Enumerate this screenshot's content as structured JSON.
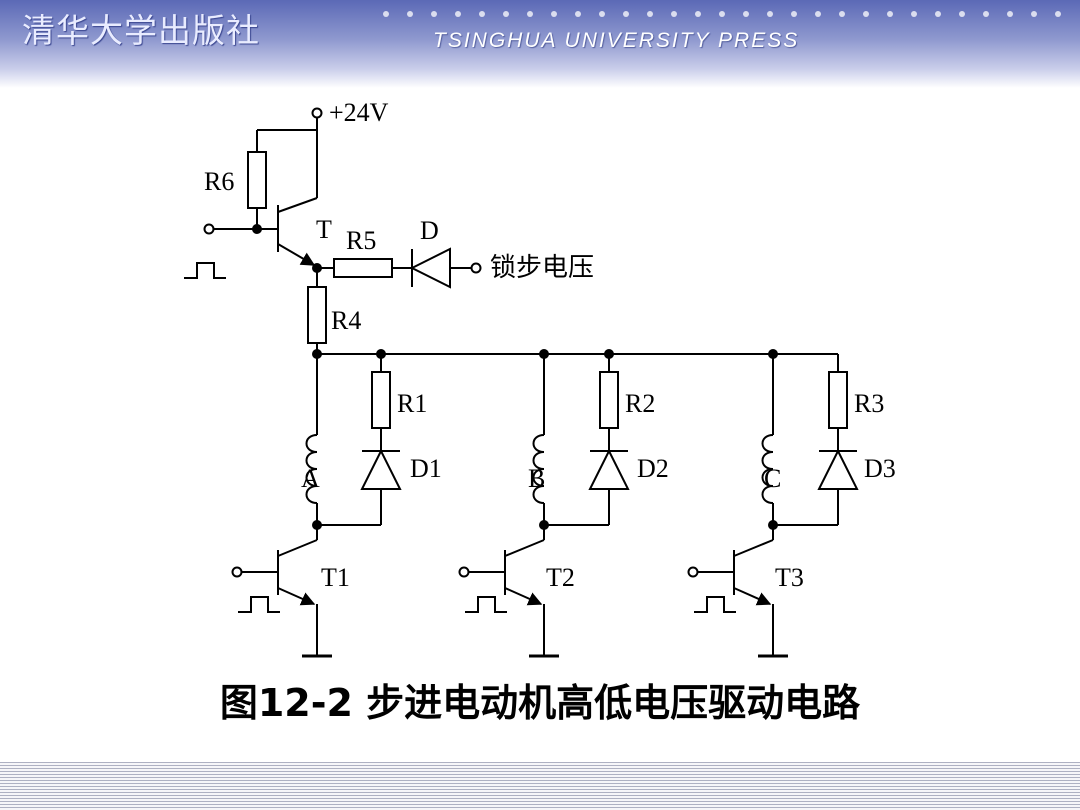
{
  "header": {
    "publisher_cn": "清华大学出版社",
    "publisher_en": "TSINGHUA UNIVERSITY PRESS"
  },
  "diagram": {
    "labels": {
      "supply": "+24V",
      "r6": "R6",
      "t": "T",
      "r5": "R5",
      "d": "D",
      "lock_voltage": "锁步电压",
      "r4": "R4",
      "r1": "R1",
      "r2": "R2",
      "r3": "R3",
      "d1": "D1",
      "d2": "D2",
      "d3": "D3",
      "coil_a": "A",
      "coil_b": "B",
      "coil_c": "C",
      "t1": "T1",
      "t2": "T2",
      "t3": "T3"
    }
  },
  "caption": "图12-2 步进电动机高低电压驱动电路",
  "colors": {
    "header_top": "#5b69b6",
    "header_bottom": "#c9cdea",
    "wire": "#000000"
  }
}
